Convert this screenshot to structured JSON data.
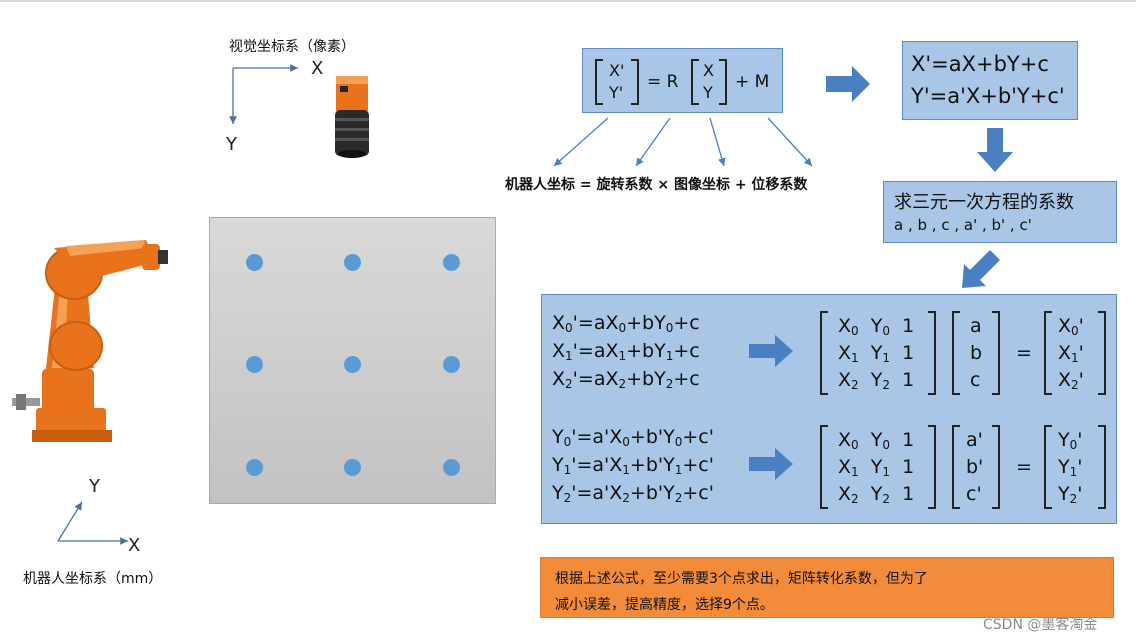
{
  "camera_title": "视觉坐标系（像素）",
  "camera_axis_x": "X",
  "camera_axis_y": "Y",
  "robot_axis_x": "X",
  "robot_axis_y": "Y",
  "robot_title": "机器人坐标系（mm）",
  "transform_box": {
    "lhs_top": "X'",
    "lhs_bot": "Y'",
    "equals_r": "= R",
    "rhs_top": "X",
    "rhs_bot": "Y",
    "plus_m": "+ M"
  },
  "caption": "机器人坐标 = 旋转系数 × 图像坐标 + 位移系数",
  "result_box": {
    "line1": "X'=aX+bY+c",
    "line2": "Y'=a'X+b'Y+c'"
  },
  "solve_box": {
    "title": "求三元一次方程的系数",
    "vars": "a , b , c , a' , b' , c'"
  },
  "system1": [
    "X0'=aX0+bY0+c",
    "X1'=aX1+bY1+c",
    "X2'=aX2+bY2+c"
  ],
  "system2": [
    "Y0'=a'X0+b'Y0+c'",
    "Y1'=a'X1+b'Y1+c'",
    "Y2'=a'X2+b'Y2+c'"
  ],
  "matrix_coeff_rows": [
    [
      "X0",
      "Y0",
      "1"
    ],
    [
      "X1",
      "Y1",
      "1"
    ],
    [
      "X2",
      "Y2",
      "1"
    ]
  ],
  "vec1": [
    "a",
    "b",
    "c"
  ],
  "res1": [
    "X0'",
    "X1'",
    "X2'"
  ],
  "vec2": [
    "a'",
    "b'",
    "c'"
  ],
  "res2": [
    "Y0'",
    "Y1'",
    "Y2'"
  ],
  "equals": "=",
  "note_line1": "根据上述公式，至少需要3个点求出，矩阵转化系数，但为了",
  "note_line2": "减小误差，提高精度，选择9个点。",
  "watermark": "CSDN @墨客淘金",
  "colors": {
    "box_blue": "#a9c6e6",
    "arrow_blue": "#4a7fc1",
    "dot_blue": "#5b9bd5",
    "orange": "#f28c3a",
    "robot_orange": "#e8731c"
  }
}
